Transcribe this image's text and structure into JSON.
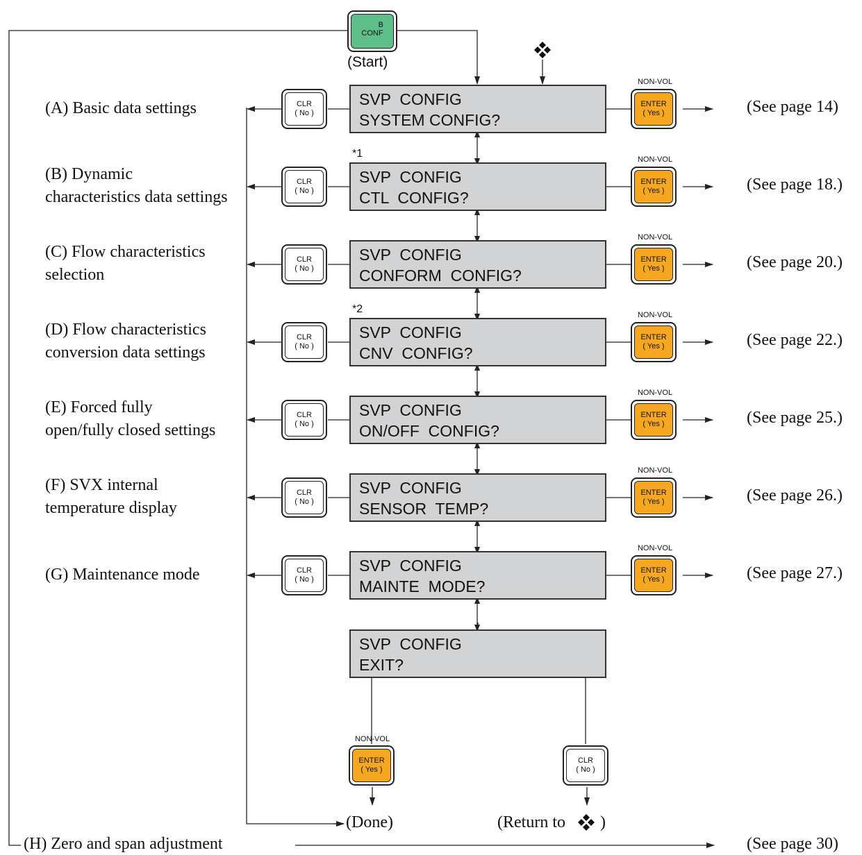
{
  "start": {
    "key_sup": "B",
    "key_label": "CONF",
    "caption": "(Start)"
  },
  "clr_key": {
    "line1": "CLR",
    "line2": "( No )"
  },
  "enter_key": {
    "line1": "ENTER",
    "line2": "( Yes )",
    "tag": "NON-VOL"
  },
  "steps": [
    {
      "left_label": [
        "(A) Basic data settings"
      ],
      "screen": [
        "SVP  CONFIG",
        "SYSTEM CONFIG?"
      ],
      "see": "(See page 14)",
      "note": ""
    },
    {
      "left_label": [
        "(B) Dynamic",
        "characteristics data settings"
      ],
      "screen": [
        "SVP  CONFIG",
        "CTL  CONFIG?"
      ],
      "see": "(See page 18.)",
      "note": "*1"
    },
    {
      "left_label": [
        "(C) Flow characteristics",
        "selection"
      ],
      "screen": [
        "SVP  CONFIG",
        "CONFORM  CONFIG?"
      ],
      "see": "(See page 20.)",
      "note": ""
    },
    {
      "left_label": [
        "(D) Flow characteristics",
        " conversion data settings"
      ],
      "screen": [
        "SVP  CONFIG",
        "CNV  CONFIG?"
      ],
      "see": "(See page 22.)",
      "note": "*2"
    },
    {
      "left_label": [
        "(E) Forced fully",
        "open/fully closed settings"
      ],
      "screen": [
        "SVP  CONFIG",
        "ON/OFF  CONFIG?"
      ],
      "see": "(See page 25.)",
      "note": ""
    },
    {
      "left_label": [
        "(F) SVX internal",
        "temperature display"
      ],
      "screen": [
        "SVP  CONFIG",
        "SENSOR  TEMP?"
      ],
      "see": "(See page 26.)",
      "note": ""
    },
    {
      "left_label": [
        "(G) Maintenance mode"
      ],
      "screen": [
        "SVP  CONFIG",
        "MAINTE  MODE?"
      ],
      "see": "(See page 27.)",
      "note": ""
    }
  ],
  "exit_screen": [
    "SVP  CONFIG",
    "EXIT?"
  ],
  "done_label": "(Done)",
  "return_label": "(Return to",
  "return_close": ")",
  "bottom": {
    "label": "(H) Zero and span adjustment",
    "see": "(See page 30)"
  },
  "colors": {
    "enter": "#f5a81f",
    "conf": "#5fbf8a",
    "lcd": "#d2d3d5"
  },
  "icons": {
    "return_marker": "diamond-cluster-icon"
  }
}
